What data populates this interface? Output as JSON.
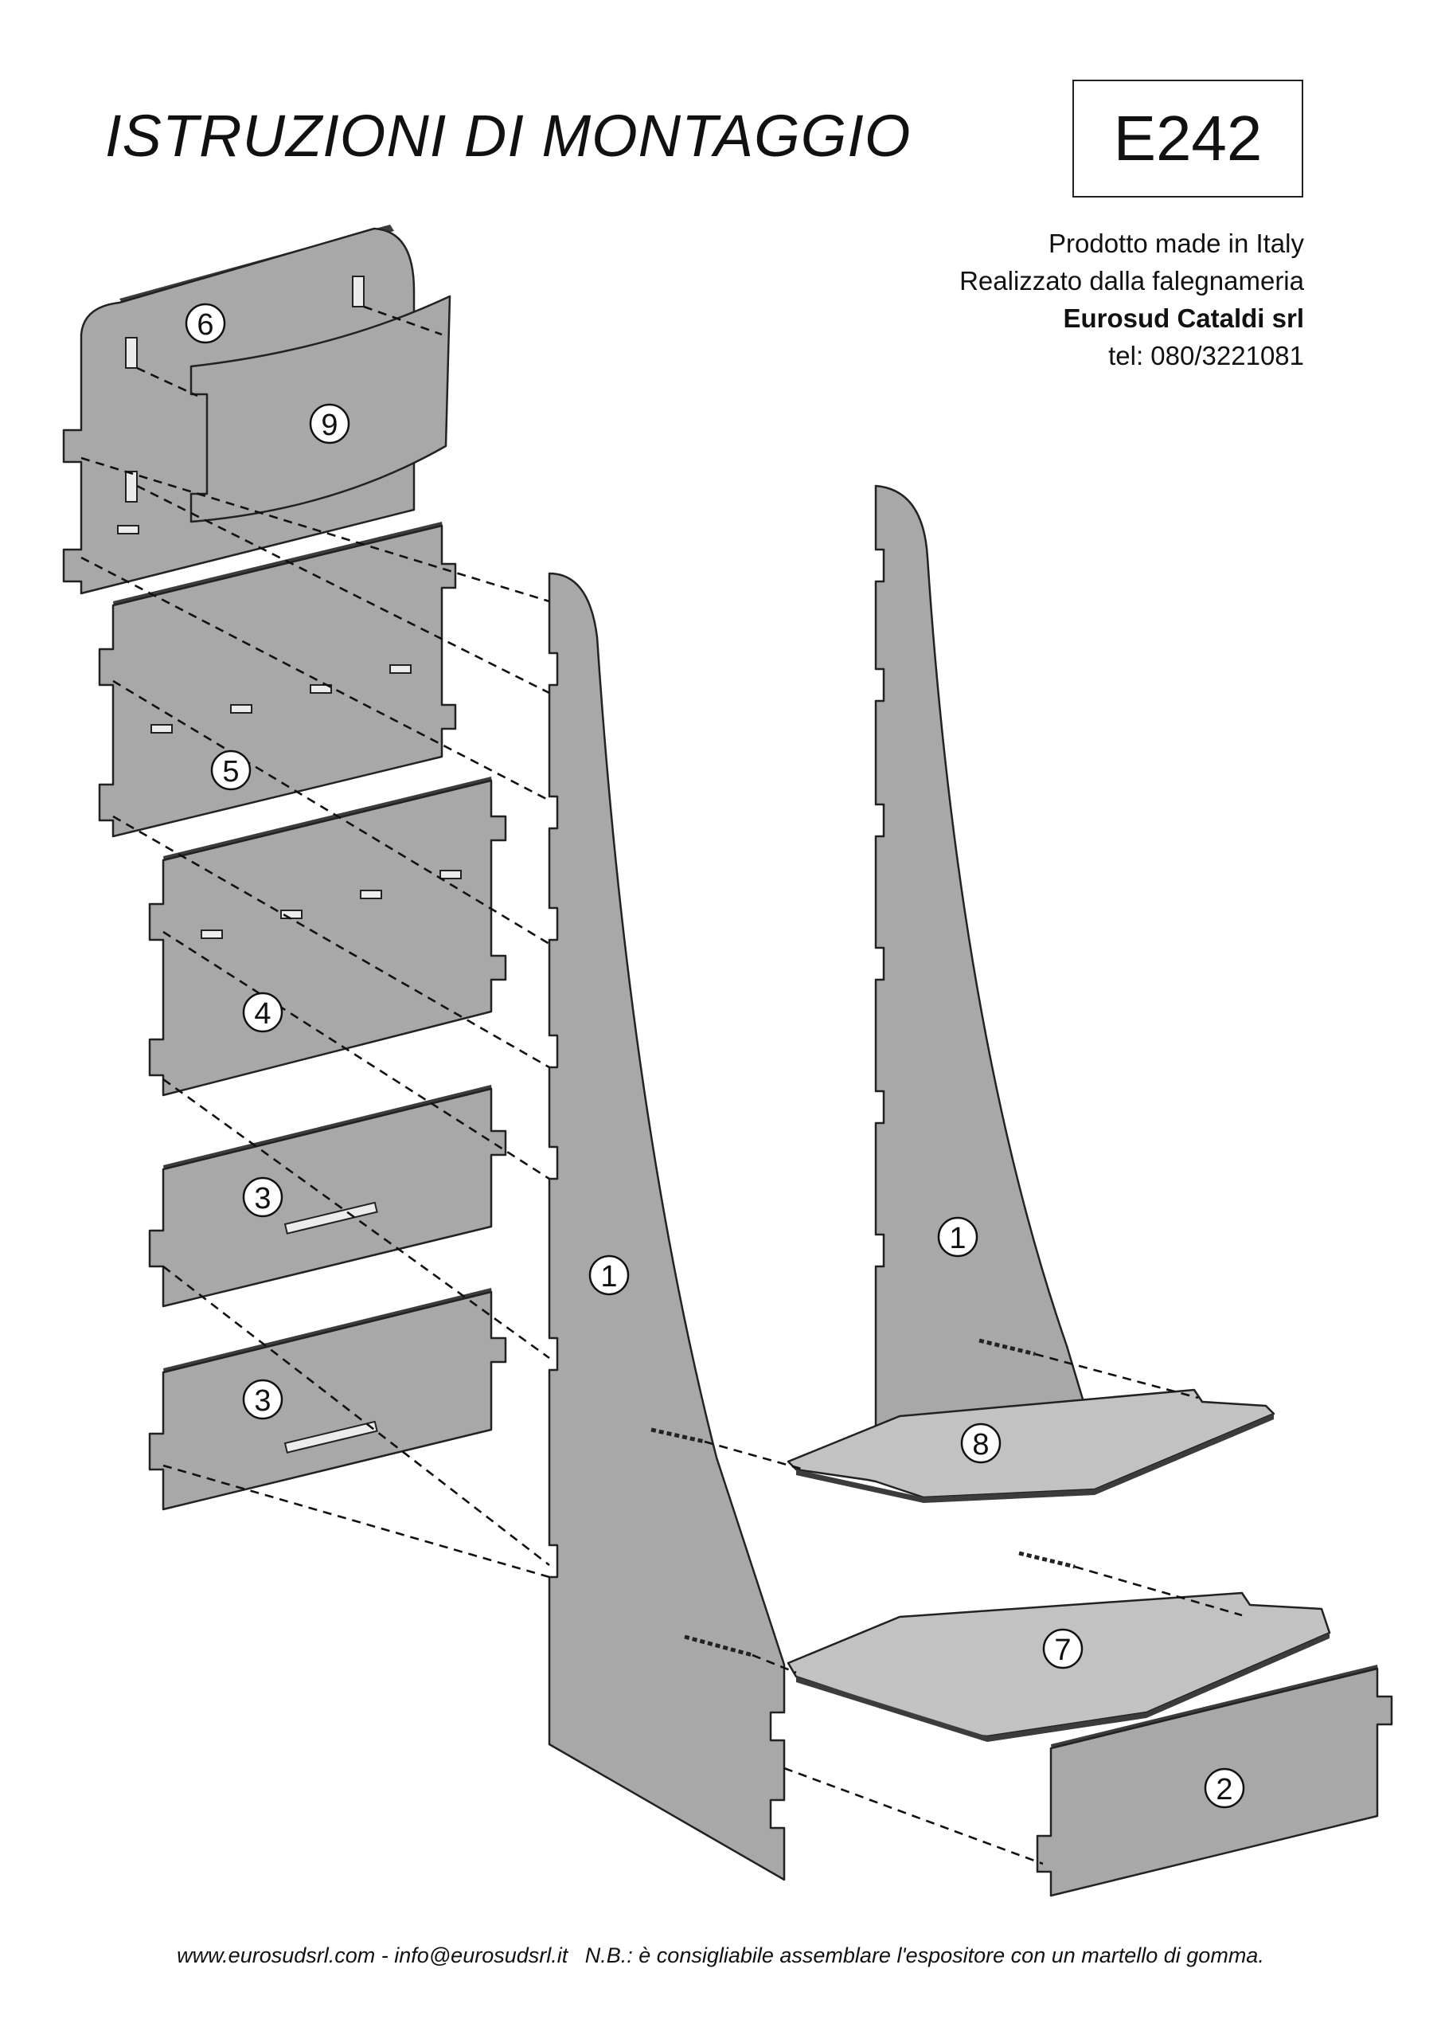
{
  "header": {
    "title": "ISTRUZIONI DI MONTAGGIO",
    "code": "E242"
  },
  "maker": {
    "line1": "Prodotto made in Italy",
    "line2": "Realizzato dalla falegnameria",
    "company": "Eurosud Cataldi srl",
    "phone": "tel: 080/3221081"
  },
  "footer": {
    "contacts": "www.eurosudsrl.com - info@eurosudsrl.it",
    "note": "N.B.: è consigliabile assemblare l'espositore con un martello di gomma."
  },
  "part_labels": {
    "p6": "6",
    "p9": "9",
    "p5": "5",
    "p4": "4",
    "p3a": "3",
    "p3b": "3",
    "p1_left": "1",
    "p1_right": "1",
    "p8": "8",
    "p7": "7",
    "p2": "2"
  },
  "colors": {
    "panel": "#a8a8a8",
    "shelf": "#c2c2c2",
    "outline": "#222222"
  }
}
